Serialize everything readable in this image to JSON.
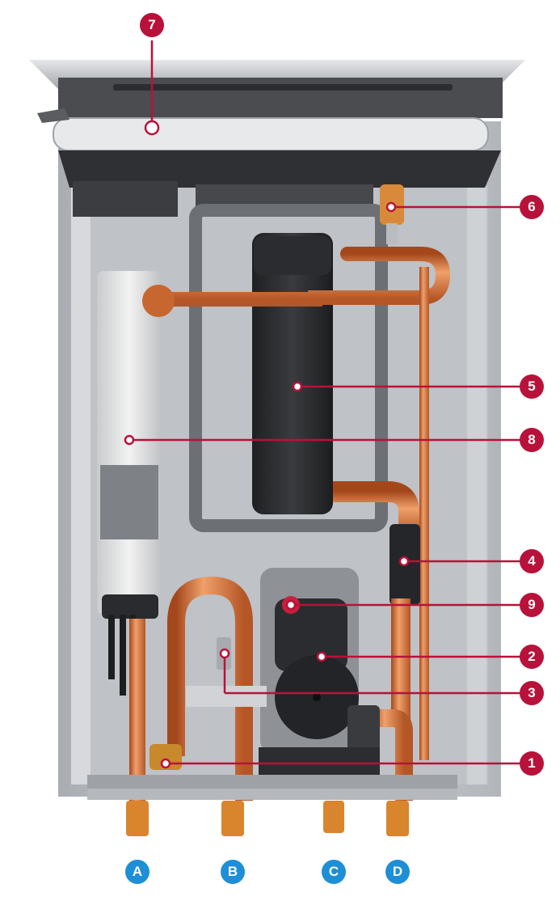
{
  "callouts": {
    "c1": "1",
    "c2": "2",
    "c3": "3",
    "c4": "4",
    "c5": "5",
    "c6": "6",
    "c7": "7",
    "c8": "8",
    "c9": "9"
  },
  "connections": {
    "a": "A",
    "b": "B",
    "c": "C",
    "d": "D"
  },
  "colors": {
    "callout_red": "#b8123a",
    "connection_blue": "#1e8fd6",
    "copper": "#d9773a",
    "casing": "#c9ccd0"
  }
}
